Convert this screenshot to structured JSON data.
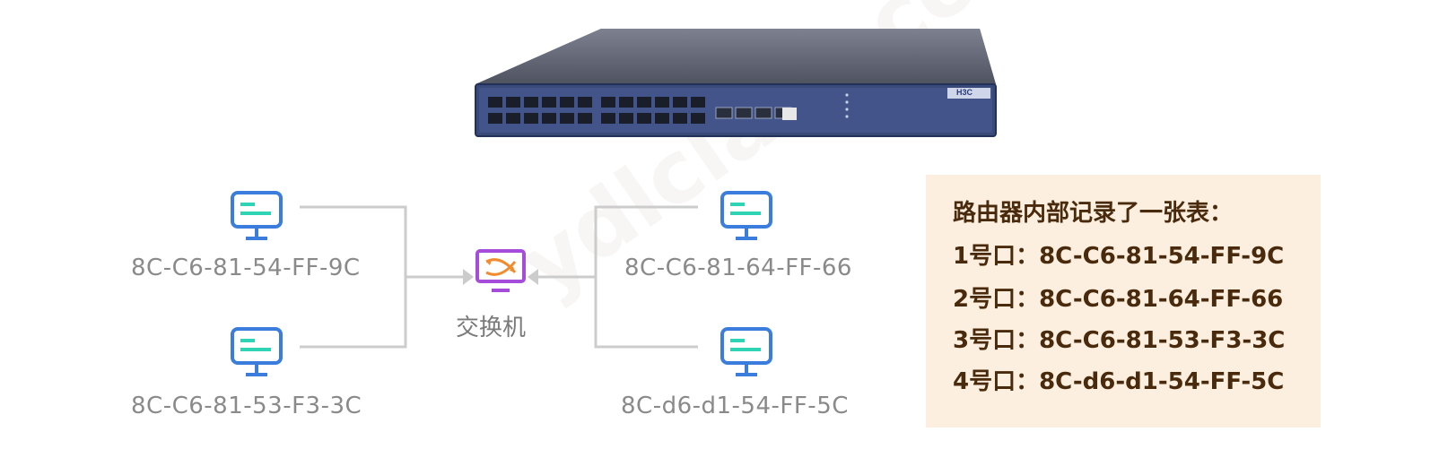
{
  "watermark": "ydlclass.com",
  "switch": {
    "label": "交换机"
  },
  "hosts": {
    "top_left": {
      "mac": "8C-C6-81-54-FF-9C"
    },
    "bottom_left": {
      "mac": "8C-C6-81-53-F3-3C"
    },
    "top_right": {
      "mac": "8C-C6-81-64-FF-66"
    },
    "bottom_right": {
      "mac": "8C-d6-d1-54-FF-5C"
    }
  },
  "device": {
    "brand": "H3C"
  },
  "table": {
    "title": "路由器内部记录了一张表：",
    "rows": [
      "1号口：8C-C6-81-54-FF-9C",
      "2号口：8C-C6-81-64-FF-66",
      "3号口：8C-C6-81-53-F3-3C",
      "4号口：8C-d6-d1-54-FF-5C"
    ]
  },
  "colors": {
    "host_icon": "#3b7ddd",
    "host_screen_line": "#2fd4b4",
    "switch_frame": "#a64cdb",
    "switch_arrows": "#f08c2e",
    "wire": "#cccccc",
    "table_bg": "#fcefdf",
    "table_text": "#4a2a0c"
  }
}
